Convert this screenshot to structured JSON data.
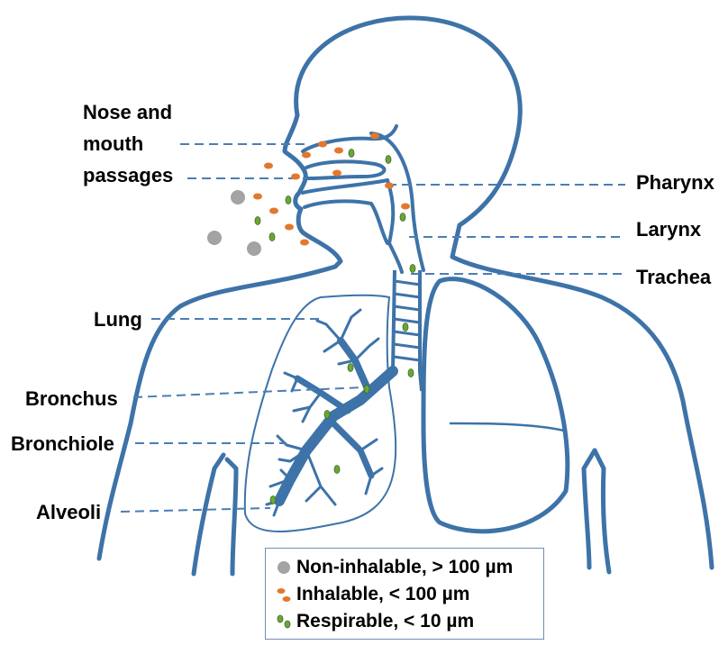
{
  "labels": {
    "nose_mouth": [
      "Nose and",
      "mouth",
      "passages"
    ],
    "pharynx": "Pharynx",
    "larynx": "Larynx",
    "trachea": "Trachea",
    "lung": "Lung",
    "bronchus": "Bronchus",
    "bronchiole": "Bronchiole",
    "alveoli": "Alveoli"
  },
  "legend": [
    {
      "text": "Non-inhalable, > 100 µm",
      "icon": "gray-particle-icon"
    },
    {
      "text": "Inhalable, < 100 µm",
      "icon": "orange-particle-icon"
    },
    {
      "text": "Respirable, < 10 µm",
      "icon": "green-particle-icon"
    }
  ],
  "colors": {
    "outline": "#3d73a8",
    "leader": "#4a7eb4",
    "gray_particle": "#a3a3a3",
    "orange_particle": "#e2782e",
    "green_particle": "#6aa53a"
  }
}
